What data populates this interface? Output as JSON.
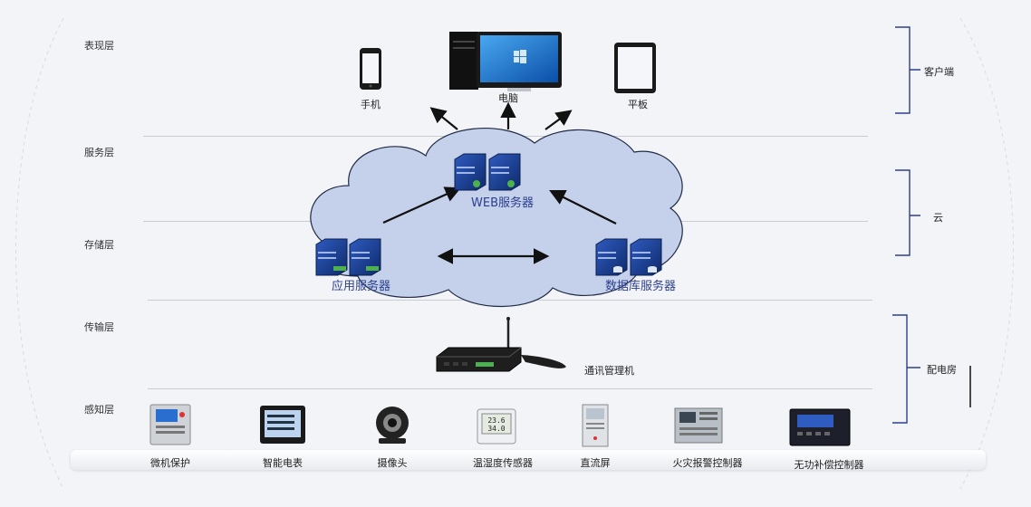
{
  "layers": {
    "presentation": "表现层",
    "service": "服务层",
    "storage": "存储层",
    "transport": "传输层",
    "perception": "感知层"
  },
  "clients": {
    "phone": "手机",
    "computer": "电脑",
    "tablet": "平板"
  },
  "servers": {
    "web": "WEB服务器",
    "app": "应用服务器",
    "db": "数据库服务器"
  },
  "gateway": {
    "label": "通讯管理机"
  },
  "brackets": {
    "client": "客户端",
    "cloud": "云",
    "substation": "配电房"
  },
  "field_devices": [
    {
      "label": "微机保护",
      "icon": "relay-protection-icon"
    },
    {
      "label": "智能电表",
      "icon": "smart-meter-icon"
    },
    {
      "label": "摄像头",
      "icon": "camera-icon"
    },
    {
      "label": "温湿度传感器",
      "icon": "temperature-humidity-sensor-icon"
    },
    {
      "label": "直流屏",
      "icon": "dc-panel-icon"
    },
    {
      "label": "火灾报警控制器",
      "icon": "fire-alarm-controller-icon"
    },
    {
      "label": "无功补偿控制器",
      "icon": "reactive-compensation-controller-icon"
    }
  ],
  "sensor_display": {
    "line1": "23.6",
    "line2": "34.0"
  },
  "colors": {
    "cloud_fill": "#c5d0ea",
    "server_blue": "#1d3f8f",
    "accent_text": "#2b3f8f"
  }
}
